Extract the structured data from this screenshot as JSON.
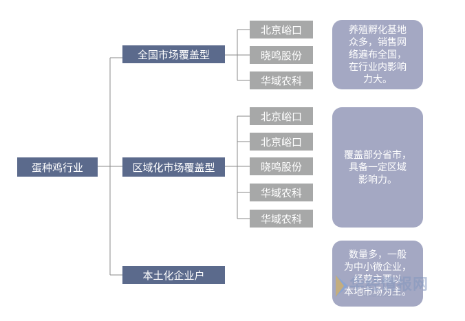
{
  "root": {
    "label": "蛋种鸡行业"
  },
  "branches": [
    {
      "label": "全国市场覆盖型",
      "leaves": [
        "北京峪口",
        "晓鸣股份",
        "华域农科"
      ],
      "note": [
        "养殖孵化基地",
        "众多，销售网",
        "络遍布全国，",
        "在行业内影响",
        "力大。"
      ]
    },
    {
      "label": "区域化市场覆盖型",
      "leaves": [
        "北京峪口",
        "北京峪口",
        "晓鸣股份",
        "华域农科",
        "华域农科"
      ],
      "note": [
        "覆盖部分省市，",
        "具备一定区域",
        "影响力。"
      ]
    },
    {
      "label": "本土化企业户",
      "leaves": [],
      "note": [
        "数量多，一般",
        "为中小微企业，",
        "经营主要以",
        "本地市场为主。"
      ]
    }
  ],
  "watermark": {
    "text": "华经情报网",
    "url": "huaon.com"
  },
  "colors": {
    "dark_box": "#5b6a8c",
    "leaf_box": "#a7a8a8",
    "bubble": "#a4a8c3",
    "line": "#808080"
  }
}
